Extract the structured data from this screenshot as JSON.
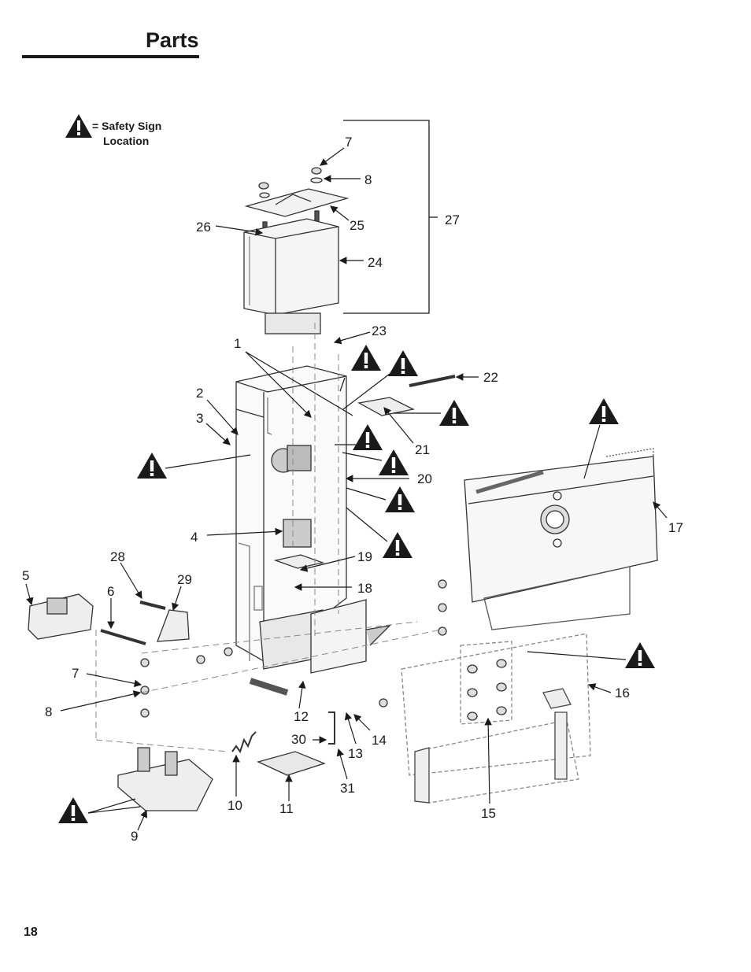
{
  "page": {
    "title": "Parts",
    "page_number": "18"
  },
  "legend": {
    "line1": "= Safety Sign",
    "line2": "Location"
  },
  "callouts": [
    {
      "id": "c7a",
      "label": "7"
    },
    {
      "id": "c8a",
      "label": "8"
    },
    {
      "id": "c25",
      "label": "25"
    },
    {
      "id": "c26",
      "label": "26"
    },
    {
      "id": "c27",
      "label": "27"
    },
    {
      "id": "c24",
      "label": "24"
    },
    {
      "id": "c23",
      "label": "23"
    },
    {
      "id": "c1",
      "label": "1"
    },
    {
      "id": "c22",
      "label": "22"
    },
    {
      "id": "c2",
      "label": "2"
    },
    {
      "id": "c3",
      "label": "3"
    },
    {
      "id": "c21",
      "label": "21"
    },
    {
      "id": "c20",
      "label": "20"
    },
    {
      "id": "c4",
      "label": "4"
    },
    {
      "id": "c17",
      "label": "17"
    },
    {
      "id": "c19",
      "label": "19"
    },
    {
      "id": "c18",
      "label": "18"
    },
    {
      "id": "c28",
      "label": "28"
    },
    {
      "id": "c29",
      "label": "29"
    },
    {
      "id": "c5",
      "label": "5"
    },
    {
      "id": "c6",
      "label": "6"
    },
    {
      "id": "c7b",
      "label": "7"
    },
    {
      "id": "c8b",
      "label": "8"
    },
    {
      "id": "c16",
      "label": "16"
    },
    {
      "id": "c12",
      "label": "12"
    },
    {
      "id": "c30",
      "label": "30"
    },
    {
      "id": "c13",
      "label": "13"
    },
    {
      "id": "c14",
      "label": "14"
    },
    {
      "id": "c10",
      "label": "10"
    },
    {
      "id": "c11",
      "label": "11"
    },
    {
      "id": "c31",
      "label": "31"
    },
    {
      "id": "c15",
      "label": "15"
    },
    {
      "id": "c9",
      "label": "9"
    }
  ],
  "icons": {
    "safety_sign": "warning-triangle-icon"
  }
}
